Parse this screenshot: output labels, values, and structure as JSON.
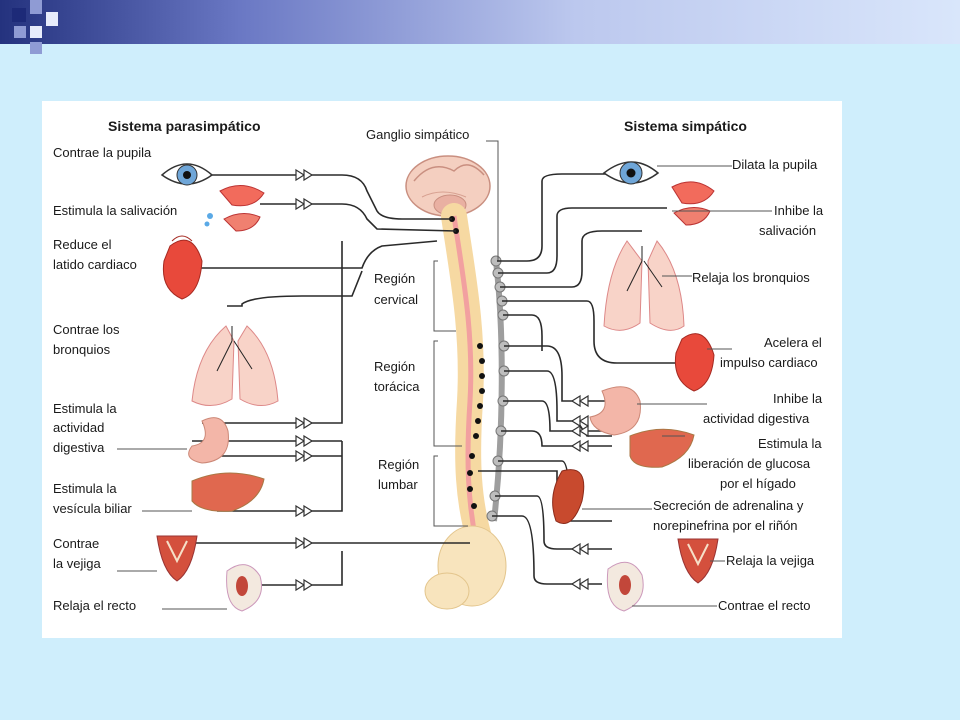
{
  "colors": {
    "background": "#cfeefc",
    "nerve_line": "#2a2a2a",
    "organ_red": "#d8473a",
    "organ_pink": "#f3b6a8",
    "spine": "#f6d9a2",
    "spinal_cord": "#f2a0a0",
    "ganglion": "#bdbdbd"
  },
  "headers": {
    "parasympathetic": "Sistema parasimpático",
    "ganglion": "Ganglio simpático",
    "sympathetic": "Sistema simpático"
  },
  "regions": {
    "cervical": [
      "Región",
      "cervical"
    ],
    "thoracic": [
      "Región",
      "torácica"
    ],
    "lumbar": [
      "Región",
      "lumbar"
    ]
  },
  "parasympathetic_effects": [
    [
      "Contrae la pupila"
    ],
    [
      "Estimula la salivación"
    ],
    [
      "Reduce el",
      "latido cardiaco"
    ],
    [
      "Contrae los",
      "bronquios"
    ],
    [
      "Estimula la",
      "actividad",
      "digestiva"
    ],
    [
      "Estimula la",
      "vesícula biliar"
    ],
    [
      "Contrae",
      "la vejiga"
    ],
    [
      "Relaja el recto"
    ]
  ],
  "sympathetic_effects": [
    [
      "Dilata la pupila"
    ],
    [
      "Inhibe la",
      "salivación"
    ],
    [
      "Relaja los bronquios"
    ],
    [
      "Acelera el",
      "impulso cardiaco"
    ],
    [
      "Inhibe la",
      "actividad digestiva"
    ],
    [
      "Estimula la",
      "liberación de glucosa",
      "por el hígado"
    ],
    [
      "Secreción de adrenalina y",
      "norepinefrina por el riñón"
    ],
    [
      "Relaja la vejiga"
    ],
    [
      "Contrae el recto"
    ]
  ],
  "organs": {
    "eye": "eye-icon",
    "salivary_gland": "salivary-gland-icon",
    "heart": "heart-icon",
    "lungs": "lungs-icon",
    "stomach": "stomach-icon",
    "liver": "liver-icon",
    "kidney": "kidney-icon",
    "bladder": "bladder-icon",
    "rectum": "rectum-icon",
    "brain": "brain-icon"
  }
}
